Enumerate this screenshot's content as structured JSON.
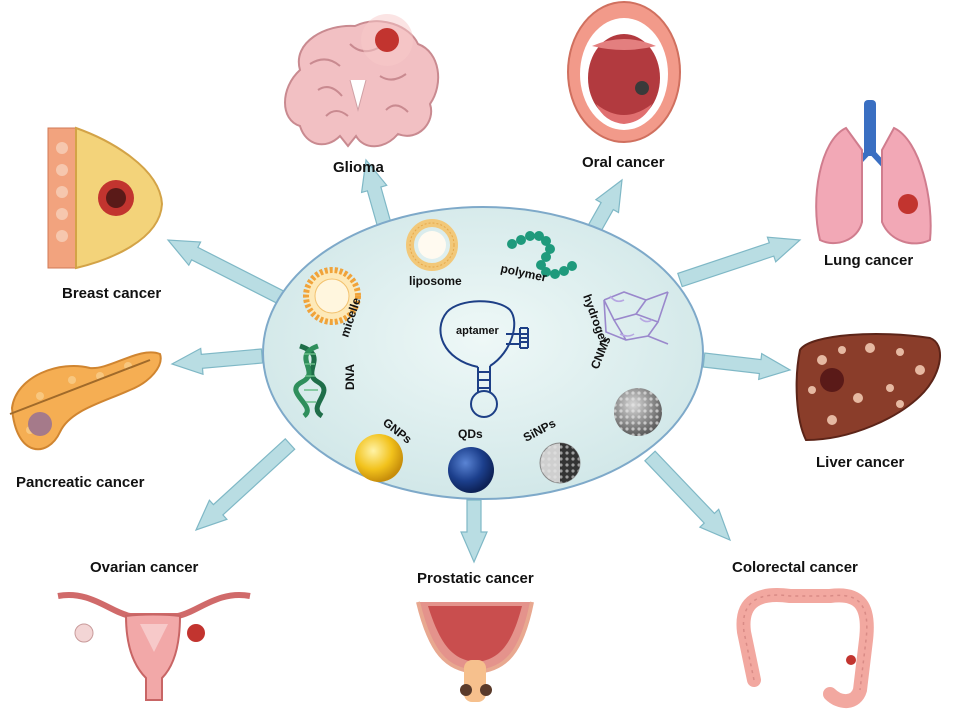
{
  "cancers": {
    "glioma": "Glioma",
    "oral": "Oral cancer",
    "lung": "Lung cancer",
    "breast": "Breast cancer",
    "liver": "Liver cancer",
    "pancreatic": "Pancreatic cancer",
    "ovarian": "Ovarian cancer",
    "prostatic": "Prostatic cancer",
    "colorectal": "Colorectal cancer"
  },
  "carriers": {
    "liposome": "liposome",
    "polymer": "polymer",
    "micelle": "micelle",
    "hydrogel": "hydrogel",
    "aptamer": "aptamer",
    "dna": "DNA",
    "cnms": "CNMs",
    "gnps": "GNPs",
    "qds": "QDs",
    "sinps": "SiNPs"
  },
  "colors": {
    "ellipse_fill": "#dff0ef",
    "ellipse_stroke": "#7ea9c9",
    "arrow_fill": "#b9dde3",
    "arrow_stroke": "#7fb8c6",
    "aptamer_stroke": "#1d3f86",
    "micelle_head": "#f0a33a",
    "polymer": "#1f9a7c",
    "hydrogel": "#9a88cc",
    "dna": "#1f6e49",
    "gnp": "#f0c21b",
    "qd": "#1c3f8c",
    "tumor": "#c2342f"
  }
}
